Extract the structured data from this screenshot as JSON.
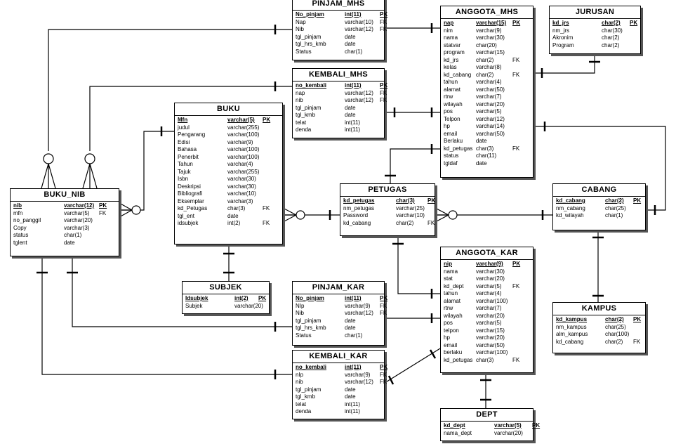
{
  "entities": {
    "pinjam_mhs": {
      "title": "PINJAM_MHS",
      "fields": [
        {
          "name": "No_pinjam",
          "type": "int(11)",
          "note": "PK"
        },
        {
          "name": "Nap",
          "type": "varchar(10)",
          "note": "FK"
        },
        {
          "name": "Nib",
          "type": "varchar(12)",
          "note": "FK"
        },
        {
          "name": "tgl_pinjam",
          "type": "date",
          "note": ""
        },
        {
          "name": "tgl_hrs_kmb",
          "type": "date",
          "note": ""
        },
        {
          "name": "Status",
          "type": "char(1)",
          "note": ""
        }
      ]
    },
    "kembali_mhs": {
      "title": "KEMBALI_MHS",
      "fields": [
        {
          "name": "no_kembali",
          "type": "int(11)",
          "note": "PK"
        },
        {
          "name": "nap",
          "type": "varchar(12)",
          "note": "FK"
        },
        {
          "name": "nib",
          "type": "varchar(12)",
          "note": "FK"
        },
        {
          "name": "tgl_pinjam",
          "type": "date",
          "note": ""
        },
        {
          "name": "tgl_kmb",
          "type": "date",
          "note": ""
        },
        {
          "name": "telat",
          "type": "int(11)",
          "note": ""
        },
        {
          "name": "denda",
          "type": "int(11)",
          "note": ""
        }
      ]
    },
    "anggota_mhs": {
      "title": "ANGGOTA_MHS",
      "fields": [
        {
          "name": "nap",
          "type": "varchar(15)",
          "note": "PK"
        },
        {
          "name": "nim",
          "type": "varchar(9)",
          "note": ""
        },
        {
          "name": "nama",
          "type": "varchar(30)",
          "note": ""
        },
        {
          "name": "statvar",
          "type": "char(20)",
          "note": ""
        },
        {
          "name": "program",
          "type": "varchar(15)",
          "note": ""
        },
        {
          "name": "kd_jrs",
          "type": "char(2)",
          "note": "FK"
        },
        {
          "name": "kelas",
          "type": "varchar(8)",
          "note": ""
        },
        {
          "name": "kd_cabang",
          "type": "char(2)",
          "note": "FK"
        },
        {
          "name": "tahun",
          "type": "varchar(4)",
          "note": ""
        },
        {
          "name": "alamat",
          "type": "varchar(50)",
          "note": ""
        },
        {
          "name": "rtrw",
          "type": "varchar(7)",
          "note": ""
        },
        {
          "name": "wilayah",
          "type": "varchar(20)",
          "note": ""
        },
        {
          "name": "pos",
          "type": "varchar(5)",
          "note": ""
        },
        {
          "name": "Telpon",
          "type": "varchar(12)",
          "note": ""
        },
        {
          "name": "hp",
          "type": "varchar(14)",
          "note": ""
        },
        {
          "name": "email",
          "type": "varchar(50)",
          "note": ""
        },
        {
          "name": "Berlaku",
          "type": "date",
          "note": ""
        },
        {
          "name": "kd_petugas",
          "type": "char(3)",
          "note": "FK"
        },
        {
          "name": "status",
          "type": "char(11)",
          "note": ""
        },
        {
          "name": "tgldaf",
          "type": "date",
          "note": ""
        }
      ]
    },
    "jurusan": {
      "title": "JURUSAN",
      "fields": [
        {
          "name": "kd_jrs",
          "type": "char(2)",
          "note": "PK"
        },
        {
          "name": "nm_jrs",
          "type": "char(30)",
          "note": ""
        },
        {
          "name": "Akronim",
          "type": "char(2)",
          "note": ""
        },
        {
          "name": "Program",
          "type": "char(2)",
          "note": ""
        }
      ]
    },
    "buku": {
      "title": "BUKU",
      "fields": [
        {
          "name": "Mfn",
          "type": "varchar(5)",
          "note": "PK"
        },
        {
          "name": "judul",
          "type": "varchar(255)",
          "note": ""
        },
        {
          "name": "Pengarang",
          "type": "varchar(100)",
          "note": ""
        },
        {
          "name": "Edisi",
          "type": "varchar(9)",
          "note": ""
        },
        {
          "name": "Bahasa",
          "type": "varchar(100)",
          "note": ""
        },
        {
          "name": "Penerbit",
          "type": "varchar(100)",
          "note": ""
        },
        {
          "name": "Tahun",
          "type": "varchar(4)",
          "note": ""
        },
        {
          "name": "Tajuk",
          "type": "varchar(255)",
          "note": ""
        },
        {
          "name": "Isbn",
          "type": "varchar(30)",
          "note": ""
        },
        {
          "name": "Deskripsi",
          "type": "varchar(30)",
          "note": ""
        },
        {
          "name": "Bibliografi",
          "type": "varchar(10)",
          "note": ""
        },
        {
          "name": "Eksemplar",
          "type": "varchar(3)",
          "note": ""
        },
        {
          "name": "kd_Petugas",
          "type": "char(3)",
          "note": "FK"
        },
        {
          "name": "tgl_ent",
          "type": "date",
          "note": ""
        },
        {
          "name": "idsubjek",
          "type": "int(2)",
          "note": "FK"
        }
      ]
    },
    "buku_nib": {
      "title": "BUKU_NIB",
      "fields": [
        {
          "name": "nib",
          "type": "varchar(12)",
          "note": "PK"
        },
        {
          "name": "mfn",
          "type": "varchar(5)",
          "note": "FK"
        },
        {
          "name": "no_panggil",
          "type": "varchar(20)",
          "note": ""
        },
        {
          "name": "Copy",
          "type": "varchar(3)",
          "note": ""
        },
        {
          "name": "status",
          "type": "char(1)",
          "note": ""
        },
        {
          "name": "tglent",
          "type": "date",
          "note": ""
        }
      ]
    },
    "petugas": {
      "title": "PETUGAS",
      "fields": [
        {
          "name": "kd_petugas",
          "type": "char(3)",
          "note": "PK"
        },
        {
          "name": "nm_petugas",
          "type": "varchar(25)",
          "note": ""
        },
        {
          "name": "Password",
          "type": "varchar(10)",
          "note": ""
        },
        {
          "name": "kd_cabang",
          "type": "char(2)",
          "note": "FK"
        }
      ]
    },
    "cabang": {
      "title": "CABANG",
      "fields": [
        {
          "name": "kd_cabang",
          "type": "char(2)",
          "note": "PK"
        },
        {
          "name": "nm_cabang",
          "type": "char(25)",
          "note": ""
        },
        {
          "name": "kd_wilayah",
          "type": "char(1)",
          "note": ""
        }
      ]
    },
    "subjek": {
      "title": "SUBJEK",
      "fields": [
        {
          "name": "Idsubjek",
          "type": "int(2)",
          "note": "PK"
        },
        {
          "name": "Subjek",
          "type": "varchar(20)",
          "note": ""
        }
      ]
    },
    "pinjam_kar": {
      "title": "PINJAM_KAR",
      "fields": [
        {
          "name": "No_pinjam",
          "type": "int(11)",
          "note": "PK"
        },
        {
          "name": "NIp",
          "type": "varchar(9)",
          "note": "FK"
        },
        {
          "name": "Nib",
          "type": "varchar(12)",
          "note": "FK"
        },
        {
          "name": "tgl_pinjam",
          "type": "date",
          "note": ""
        },
        {
          "name": "tgl_hrs_kmb",
          "type": "date",
          "note": ""
        },
        {
          "name": "Status",
          "type": "char(1)",
          "note": ""
        }
      ]
    },
    "anggota_kar": {
      "title": "ANGGOTA_KAR",
      "fields": [
        {
          "name": "nip",
          "type": "varchar(9)",
          "note": "PK"
        },
        {
          "name": "nama",
          "type": "varchar(30)",
          "note": ""
        },
        {
          "name": "stat",
          "type": "varchar(20)",
          "note": ""
        },
        {
          "name": "kd_dept",
          "type": "varchar(5)",
          "note": "FK"
        },
        {
          "name": "tahun",
          "type": "varchar(4)",
          "note": ""
        },
        {
          "name": "alamat",
          "type": "varchar(100)",
          "note": ""
        },
        {
          "name": "rtrw",
          "type": "varchar(7)",
          "note": ""
        },
        {
          "name": "wilayah",
          "type": "varchar(20)",
          "note": ""
        },
        {
          "name": "pos",
          "type": "varchar(5)",
          "note": ""
        },
        {
          "name": "telpon",
          "type": "varchar(15)",
          "note": ""
        },
        {
          "name": "hp",
          "type": "varchar(20)",
          "note": ""
        },
        {
          "name": "email",
          "type": "varchar(50)",
          "note": ""
        },
        {
          "name": "berlaku",
          "type": "varchar(100)",
          "note": ""
        },
        {
          "name": "kd_petugas",
          "type": "char(3)",
          "note": "FK"
        }
      ]
    },
    "kampus": {
      "title": "KAMPUS",
      "fields": [
        {
          "name": "kd_kampus",
          "type": "char(2)",
          "note": "PK"
        },
        {
          "name": "nm_kampus",
          "type": "char(25)",
          "note": ""
        },
        {
          "name": "alm_kampus",
          "type": "char(100)",
          "note": ""
        },
        {
          "name": "kd_cabang",
          "type": "char(2)",
          "note": "FK"
        }
      ]
    },
    "kembali_kar": {
      "title": "KEMBALI_KAR",
      "fields": [
        {
          "name": "no_kembali",
          "type": "int(11)",
          "note": "PK"
        },
        {
          "name": "nIp",
          "type": "varchar(9)",
          "note": "FK"
        },
        {
          "name": "nib",
          "type": "varchar(12)",
          "note": "FK"
        },
        {
          "name": "tgl_pinjam",
          "type": "date",
          "note": ""
        },
        {
          "name": "tgl_kmb",
          "type": "date",
          "note": ""
        },
        {
          "name": "telat",
          "type": "int(11)",
          "note": ""
        },
        {
          "name": "denda",
          "type": "int(11)",
          "note": ""
        }
      ]
    },
    "dept": {
      "title": "DEPT",
      "fields": [
        {
          "name": "kd_dept",
          "type": "varchar(5)",
          "note": "PK"
        },
        {
          "name": "nama_dept",
          "type": "varchar(20)",
          "note": ""
        }
      ]
    }
  }
}
